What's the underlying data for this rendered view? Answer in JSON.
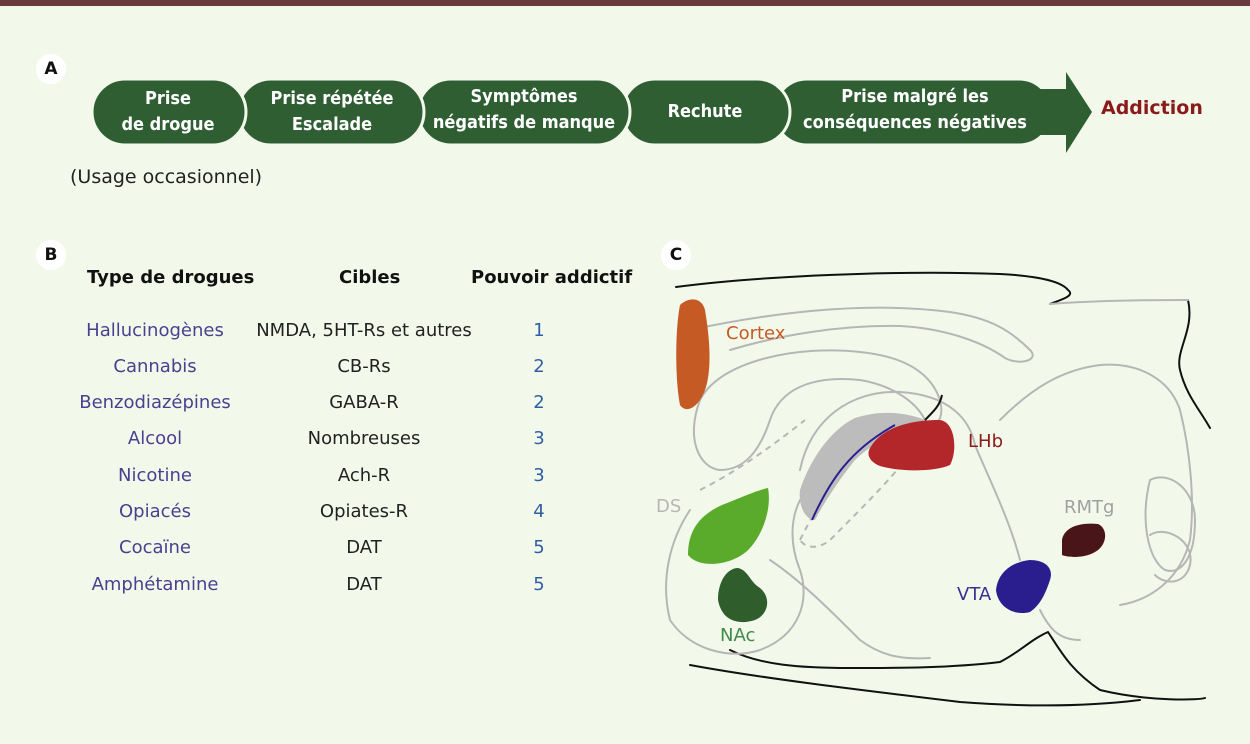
{
  "panel_a": {
    "letter": "A",
    "steps": [
      {
        "line1": "Prise",
        "line2": "de drogue"
      },
      {
        "line1": "Prise répétée",
        "line2": "Escalade"
      },
      {
        "line1": "Symptômes",
        "line2": "négatifs de manque"
      },
      {
        "line1": "Rechute",
        "line2": ""
      },
      {
        "line1": "Prise malgré les",
        "line2": "conséquences négatives"
      }
    ],
    "outcome": "Addiction",
    "note": "(Usage occasionnel)"
  },
  "panel_b": {
    "letter": "B",
    "headers": {
      "drug": "Type de drogues",
      "target": "Cibles",
      "power": "Pouvoir addictif"
    },
    "rows": [
      {
        "drug": "Hallucinogènes",
        "target": "NMDA, 5HT-Rs et autres",
        "power": "1"
      },
      {
        "drug": "Cannabis",
        "target": "CB-Rs",
        "power": "2"
      },
      {
        "drug": "Benzodiazépines",
        "target": "GABA-R",
        "power": "2"
      },
      {
        "drug": "Alcool",
        "target": "Nombreuses",
        "power": "3"
      },
      {
        "drug": "Nicotine",
        "target": "Ach-R",
        "power": "3"
      },
      {
        "drug": "Opiacés",
        "target": "Opiates-R",
        "power": "4"
      },
      {
        "drug": "Cocaïne",
        "target": "DAT",
        "power": "5"
      },
      {
        "drug": "Amphétamine",
        "target": "DAT",
        "power": "5"
      }
    ]
  },
  "panel_c": {
    "letter": "C",
    "regions": {
      "cortex": "Cortex",
      "lhb": "LHb",
      "ds": "DS",
      "rmtg": "RMTg",
      "vta": "VTA",
      "nac": "NAc"
    },
    "colors": {
      "cortex": "#c55a24",
      "lhb": "#b3272a",
      "ds": "#5aab2c",
      "rmtg": "#4a1518",
      "vta": "#2a1e8f",
      "nac": "#2f5e2c",
      "arrow_green": "#2f5e33"
    }
  }
}
